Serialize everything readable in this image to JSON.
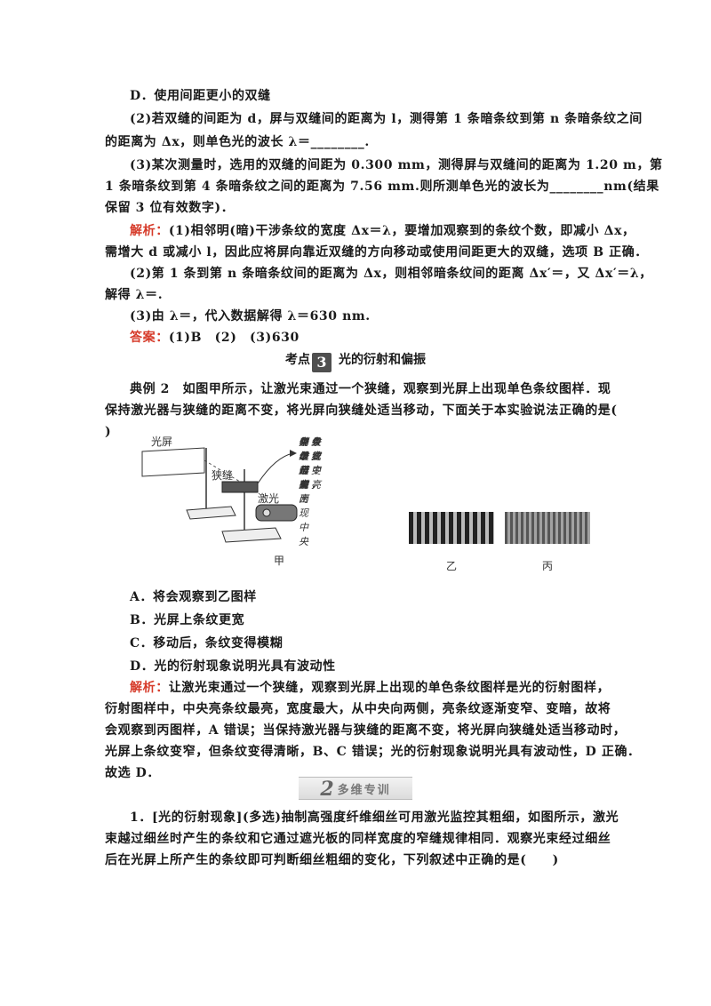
{
  "lines": [
    {
      "id": "l1",
      "text": "D．使用间距更小的双缝"
    },
    {
      "id": "l2",
      "text": "(2)若双缝的间距为 d，屏与双缝间的距离为 l，测得第 1 条暗条纹到第 n 条暗条纹之间"
    },
    {
      "id": "l3",
      "text": "的距离为 Δx，则单色光的波长 λ＝________."
    },
    {
      "id": "l4",
      "text": "(3)某次测量时，选用的双缝的间距为 0.300 mm，测得屏与双缝间的距离为 1.20 m，第"
    },
    {
      "id": "l5",
      "text": "1 条暗条纹到第 4 条暗条纹之间的距离为 7.56 mm.则所测单色光的波长为________nm(结果"
    },
    {
      "id": "l6",
      "text": "保留 3 位有效数字)．"
    },
    {
      "id": "l7a",
      "text": "解析："
    },
    {
      "id": "l7b",
      "text": "(1)相邻明(暗)干涉条纹的宽度 Δx＝λ，要增加观察到的条纹个数，即减小 Δx，"
    },
    {
      "id": "l8",
      "text": "需增大 d 或减小 l，因此应将屏向靠近双缝的方向移动或使用间距更大的双缝，选项 B 正确．"
    },
    {
      "id": "l9",
      "text": "(2)第 1 条到第 n 条暗条纹间的距离为 Δx，则相邻暗条纹间的距离 Δx′＝，又 Δx′＝λ，"
    },
    {
      "id": "l10",
      "text": "解得 λ＝."
    },
    {
      "id": "l11",
      "text": "(3)由 λ＝，代入数据解得 λ＝630 nm."
    },
    {
      "id": "l12a",
      "text": "答案："
    },
    {
      "id": "l12b",
      "text": "(1)B　(2)　(3)630"
    }
  ],
  "section": {
    "prefix": "考点",
    "number": "3",
    "title": "光的衍射和偏振"
  },
  "example": [
    "典例 2　如图甲所示，让激光束通过一个狭缝，观察到光屏上出现单色条纹图样．现",
    "保持激光器与狭缝的距离不变，将光屏向狭缝处适当移动，下面关于本实验说法正确的是(",
    ")"
  ],
  "figure": {
    "screen_label": "光屏",
    "slit_label": "狭缝",
    "laser_label": "激光",
    "note": [
      "单缝衍射出现中央",
      "亮条纹，且中央亮",
      "条纹最宽最亮，两",
      "侧条纹变窄变暗，",
      "并且单缝越窄，",
      "中央条纹越宽．"
    ],
    "cap_a": "甲",
    "cap_b": "乙",
    "cap_c": "丙"
  },
  "options": [
    "A．将会观察到乙图样",
    "B．光屏上条纹更宽",
    "C．移动后，条纹变得模糊",
    "D．光的衍射现象说明光具有波动性"
  ],
  "analysis": {
    "label": "解析：",
    "first": "让激光束通过一个狭缝，观察到光屏上出现的单色条纹图样是光的衍射图样，",
    "rest": [
      "衍射图样中，中央亮条纹最亮，宽度最大，从中央向两侧，亮条纹逐渐变窄、变暗，故将",
      "会观察到丙图样，A 错误；当保持激光器与狭缝的距离不变，将光屏向狭缝处适当移动时，",
      "光屏上条纹变窄，但条纹变得清晰，B、C 错误；光的衍射现象说明光具有波动性，D 正确．",
      "故选 D．"
    ]
  },
  "training": {
    "number": "2",
    "label": "多维专训"
  },
  "question1": [
    "1．[光的衍射现象](多选)抽制高强度纤维细丝可用激光监控其粗细，如图所示，激光",
    "束越过细丝时产生的条纹和它通过遮光板的同样宽度的窄缝规律相同．观察光束经过细丝",
    "后在光屏上所产生的条纹即可判断细丝粗细的变化，下列叙述中正确的是(　　)"
  ]
}
